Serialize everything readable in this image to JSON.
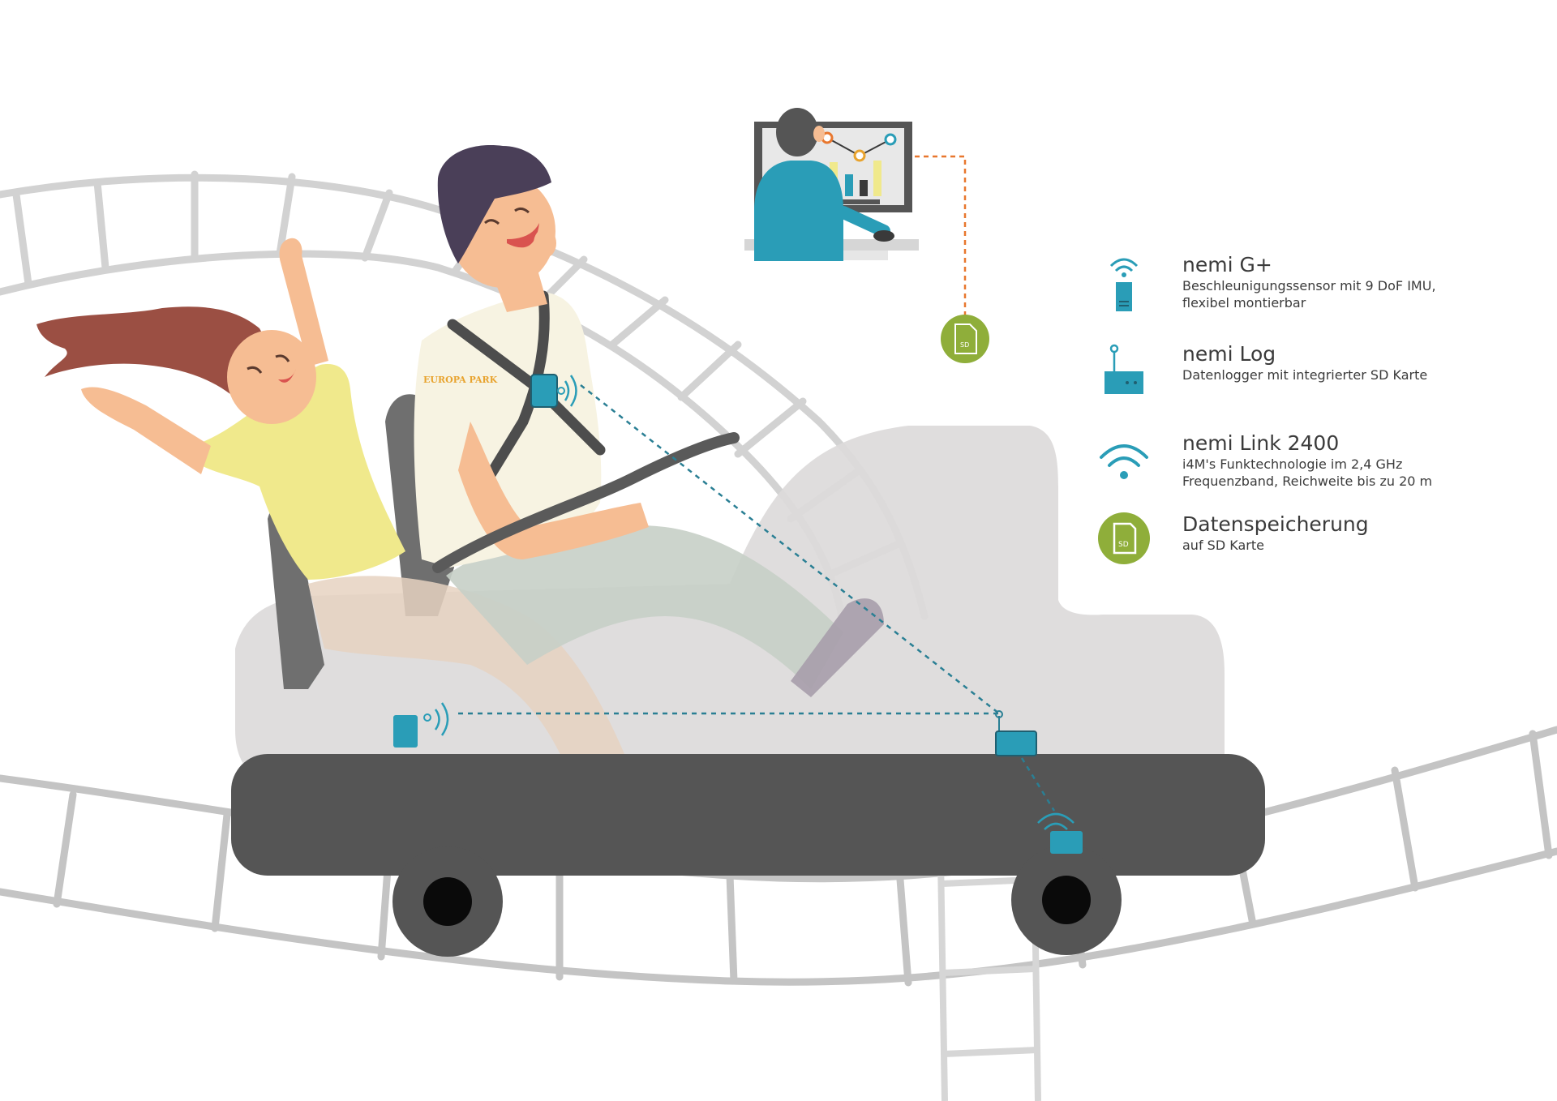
{
  "legend": [
    {
      "title": "nemi G+",
      "desc_line1": "Beschleunigungssensor mit 9 DoF IMU,",
      "desc_line2": "flexibel montierbar",
      "icon": "sensor-wifi-icon"
    },
    {
      "title": "nemi Log",
      "desc_line1": "Datenlogger mit integrierter SD Karte",
      "desc_line2": "",
      "icon": "logger-icon"
    },
    {
      "title": "nemi Link 2400",
      "desc_line1": "i4M's Funktechnologie im 2,4 GHz",
      "desc_line2": "Frequenzband, Reichweite bis zu 20 m",
      "icon": "wifi-icon"
    },
    {
      "title": "Datenspeicherung",
      "desc_line1": "auf SD Karte",
      "desc_line2": "",
      "icon": "sd-card-icon"
    }
  ],
  "shirt_logo": "EUROPA PARK",
  "sd_label": "SD",
  "colors": {
    "teal": "#2a9db7",
    "green": "#8fae3a",
    "orange": "#e8772e",
    "track": "#c9c9c9",
    "cart": "#555555",
    "hair_girl": "#9b4f43",
    "hair_man": "#4a3f58",
    "skin": "#f6bd93",
    "girl_shirt": "#f0e98c"
  }
}
